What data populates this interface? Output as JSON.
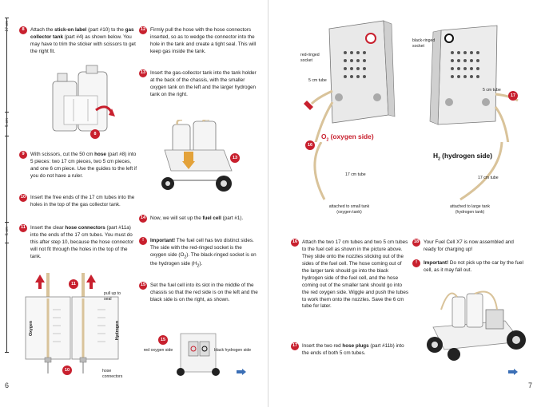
{
  "left_page": {
    "page_number": "6",
    "ruler": {
      "top_label": "17 cm",
      "mid_label": "5 cm",
      "low_label": "5 cm"
    },
    "steps": [
      {
        "num": "8",
        "parts": [
          "Attach the ",
          "stick-on label",
          " (part #10) to the ",
          "gas collector tank",
          " (part #4) as shown below. You may have to trim the sticker with scissors to get the right fit."
        ]
      },
      {
        "num": "9",
        "parts": [
          "With scissors, cut the 50 cm ",
          "hose",
          " (part #8) into 5 pieces: two 17 cm pieces, two 5 cm pieces, and one 6 cm piece. Use the guides to the left if you do not have a ruler."
        ]
      },
      {
        "num": "10",
        "text": "Insert the free ends of the 17 cm tubes into the holes in the top of the gas collector tank."
      },
      {
        "num": "11",
        "parts": [
          "Insert the clear ",
          "hose connectors",
          " (part #11a) into the ends of the 17 cm tubes. You must do this after step 10, because the hose connector will not fit through the holes in the top of the tank."
        ]
      },
      {
        "num": "12",
        "text": "Firmly pull the hose with the hose connectors inserted, so as to wedge the connector into the hole in the tank and create a tight seal. This will keep gas inside the tank."
      },
      {
        "num": "13",
        "text": "Insert the gas-collector tank into the tank holder at the back of the chassis, with the smaller oxygen tank on the left and the larger hydrogen tank on the right."
      },
      {
        "num": "14",
        "parts": [
          "Now, we will set up the ",
          "fuel cell",
          " (part #1)."
        ]
      },
      {
        "num": "!",
        "parts": [
          "Important!",
          " The fuel cell has two distinct sides. The side with the red-ringed socket is the oxygen side (O",
          "2",
          "). The black-ringed socket is on the hydrogen side (H",
          "2",
          ")."
        ]
      },
      {
        "num": "15",
        "text": "Set the fuel cell into its slot in the middle of the chassis so that the red side is on the left and the black side is on the right, as shown."
      }
    ],
    "figure_labels": {
      "callout_8": "8",
      "callout_11": "11",
      "callout_10": "10",
      "callout_13": "13",
      "callout_15": "15",
      "pull_up": "pull up to seal",
      "hose_connectors": "hose connectors",
      "oxygen": "Oxygen",
      "hydrogen": "Hydrogen",
      "red_oxygen_side": "red oxygen side",
      "black_hydrogen_side": "black hydrogen side"
    }
  },
  "right_page": {
    "page_number": "7",
    "labels": {
      "red_ringed_socket": "red-ringed socket",
      "black_ringed_socket": "black-ringed socket",
      "cm5_tube_left": "5 cm tube",
      "cm5_tube_right": "5 cm tube",
      "oxygen_side": "O",
      "oxygen_side_sub": "2",
      "oxygen_side_rest": " (oxygen side)",
      "hydrogen_side": "H",
      "hydrogen_side_sub": "2",
      "hydrogen_side_rest": " (hydrogen side)",
      "cm17_tube_left": "17 cm tube",
      "cm17_tube_right": "17 cm tube",
      "attached_small": "attached to small tank (oxygen tank)",
      "attached_large": "attached to large tank (hydrogen tank)",
      "callout_16": "16",
      "callout_17a": "17",
      "callout_17b": "17"
    },
    "steps": [
      {
        "num": "16",
        "text": "Attach the two 17 cm tubes and two 5 cm tubes to the fuel cell as shown in the picture above. They slide onto the nozzles sticking out of the sides of the fuel cell. The hose coming out of the larger tank should go into the black hydrogen side of the fuel cell, and the hose coming out of the smaller tank should go into the red oxygen side. Wiggle and push the tubes to work them onto the nozzles. Save the 6 cm tube for later."
      },
      {
        "num": "17",
        "parts": [
          "Insert the two red ",
          "hose plugs",
          " (part #11b) into the ends of both 5 cm tubes."
        ]
      },
      {
        "num": "18",
        "text": "Your Fuel Cell X7 is now assembled and ready for charging up!"
      },
      {
        "num": "!",
        "parts": [
          "Important!",
          " Do not pick up the car by the fuel cell, as it may fall out."
        ]
      }
    ]
  },
  "colors": {
    "accent_red": "#c8202e",
    "arrow_blue": "#3b6fb6",
    "tube_tan": "#d9c39a"
  }
}
